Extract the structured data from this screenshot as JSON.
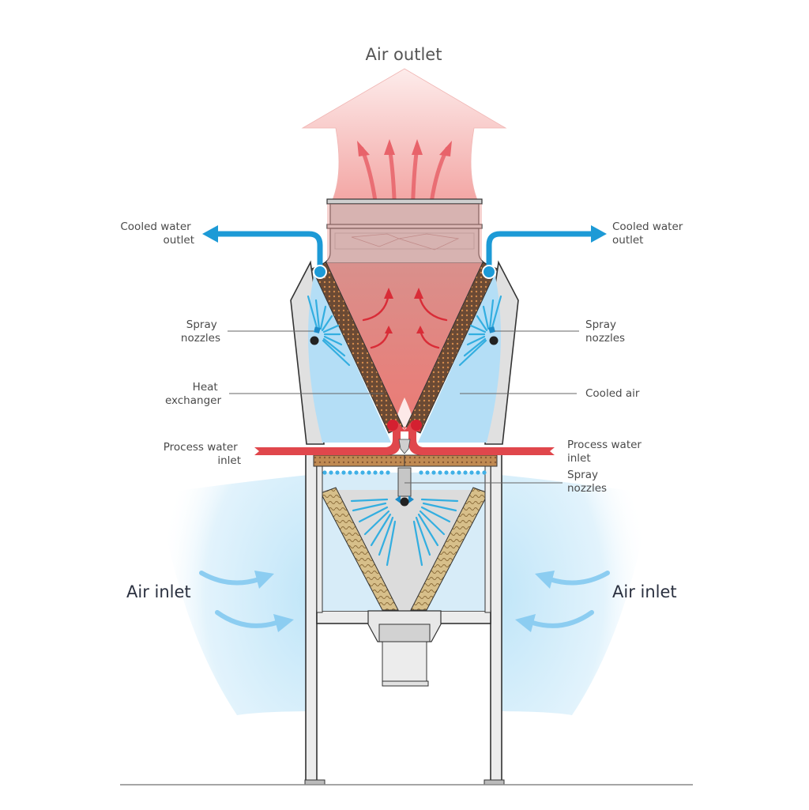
{
  "title": "Air outlet",
  "labels": {
    "air_outlet": "Air outlet",
    "cooled_water_outlet_left": [
      "Cooled water",
      "outlet"
    ],
    "cooled_water_outlet_right": [
      "Cooled water",
      "outlet"
    ],
    "spray_nozzles_left": [
      "Spray",
      "nozzles"
    ],
    "spray_nozzles_right": [
      "Spray",
      "nozzles"
    ],
    "heat_exchanger": [
      "Heat",
      "exchanger"
    ],
    "cooled_air": "Cooled air",
    "process_water_inlet_left": [
      "Process water",
      "inlet"
    ],
    "process_water_inlet_right": [
      "Process water",
      "inlet"
    ],
    "spray_nozzles_bottom": [
      "Spray",
      "nozzles"
    ],
    "air_inlet_left": "Air inlet",
    "air_inlet_right": "Air inlet"
  },
  "colors": {
    "hot_air": "#e8706f",
    "cool_air": "#a9dbf5",
    "cooled_water_pipe": "#1d9ad6",
    "process_water_pipe": "#e0474c",
    "heat_exchanger": "#8a5a35",
    "pad": "#cdb27a",
    "frame": "#ececec",
    "outline": "#333333"
  }
}
